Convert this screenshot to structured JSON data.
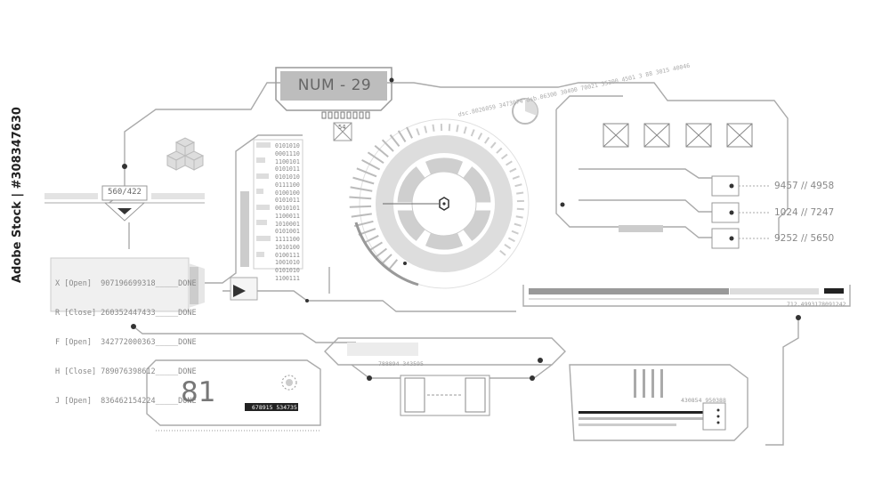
{
  "title_box": "NUM - 29",
  "counter_badge": "560/422",
  "small_badge": "54",
  "log_lines": [
    "X [Open]  907196699318_____DONE",
    "R [Close] 260352447433_____DONE",
    "F [Open]  342772000363_____DONE",
    "H [Close] 789076398612_____DONE",
    "J [Open]  836462154224_____DONE"
  ],
  "binary_column": [
    "0101010",
    "0001110",
    "1100101",
    "0101011",
    "0101010",
    "0111100",
    "0100100",
    "0101011",
    "0010101",
    "1100011",
    "1010001",
    "0101001",
    "1111100",
    "1010100",
    "0100111",
    "1001010",
    "0101010",
    "1100111"
  ],
  "readouts": [
    "9457 // 4958",
    "1024 // 7247",
    "9252 // 5650"
  ],
  "long_number": "712.4993178091242",
  "bottom_numbers": {
    "center": "788894 343595",
    "right": "430854 950388",
    "black_tag": "678915 534735"
  },
  "big_number": "81",
  "radial_text": "dsc.8026059 3473074 dsb.06300 30400 70021 35300 4501 3 88 3015 40046",
  "stock_label": "Adobe Stock | #308347630"
}
